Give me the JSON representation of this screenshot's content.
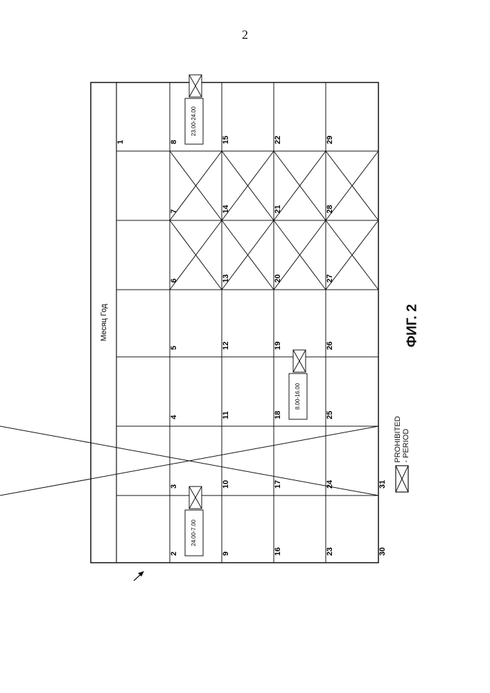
{
  "page_number": "2",
  "calendar": {
    "header": "Месяц Год",
    "days": [
      "1",
      "2",
      "3",
      "4",
      "5",
      "6",
      "7",
      "8",
      "9",
      "10",
      "11",
      "12",
      "13",
      "14",
      "15",
      "16",
      "17",
      "18",
      "19",
      "20",
      "21",
      "22",
      "23",
      "24",
      "25",
      "26",
      "27",
      "28",
      "29",
      "30",
      "31"
    ],
    "crossed_days": [
      "6",
      "7",
      "13",
      "14",
      "20",
      "21",
      "27",
      "28",
      "31"
    ],
    "periods": [
      {
        "day": "2",
        "label": "24.00-7.00"
      },
      {
        "day": "8",
        "label": "23.00-24.00"
      },
      {
        "day": "18",
        "label": "8.00-16.00"
      }
    ]
  },
  "legend": {
    "line1": "PROHIBITED",
    "line2": "- PERIOD"
  },
  "figure_caption": "ФИГ. 2"
}
